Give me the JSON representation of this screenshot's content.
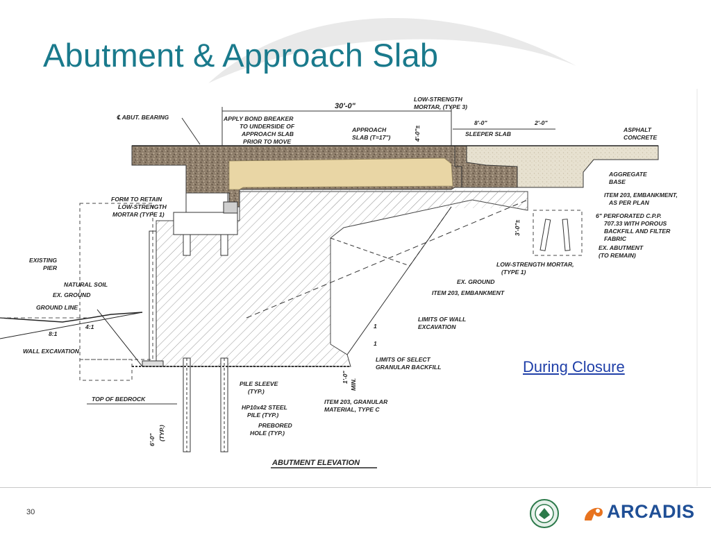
{
  "title": "Abutment & Approach Slab",
  "drawing": {
    "title": "ABUTMENT ELEVATION",
    "labels": {
      "abut_bearing": "℄ ABUT. BEARING",
      "bond_breaker_1": "APPLY BOND BREAKER",
      "bond_breaker_2": "TO UNDERSIDE OF",
      "bond_breaker_3": "APPROACH SLAB",
      "bond_breaker_4": "PRIOR TO MOVE",
      "dim_30": "30'-0\"",
      "low_strength_top_1": "LOW-STRENGTH",
      "low_strength_top_2": "MORTAR, (TYPE 3)",
      "approach_slab_1": "APPROACH",
      "approach_slab_2": "SLAB (T=17\")",
      "dim_4": "4'-0\"±",
      "dim_8": "8'-0\"",
      "sleeper_slab": "SLEEPER SLAB",
      "dim_2": "2'-0\"",
      "asphalt_1": "ASPHALT",
      "asphalt_2": "CONCRETE",
      "aggregate_1": "AGGREGATE",
      "aggregate_2": "BASE",
      "item203_emb_1": "ITEM 203, EMBANKMENT,",
      "item203_emb_2": "AS PER PLAN",
      "perforated_1": "6\" PERFORATED C.P.P.",
      "perforated_2": "707.33 WITH POROUS",
      "perforated_3": "BACKFILL AND FILTER",
      "perforated_4": "FABRIC",
      "ex_abutment_1": "EX. ABUTMENT",
      "ex_abutment_2": "(TO REMAIN)",
      "dim_3": "3'-0\"±",
      "form_retain_1": "FORM TO RETAIN",
      "form_retain_2": "LOW-STRENGTH",
      "form_retain_3": "MORTAR (TYPE 1)",
      "existing_pier_1": "EXISTING",
      "existing_pier_2": "PIER",
      "natural_soil": "NATURAL SOIL",
      "ex_ground_left": "EX. GROUND",
      "ground_line": "GROUND LINE",
      "wall_excavation": "WALL EXCAVATION",
      "slope_8": "8:1",
      "slope_4": "4:1",
      "low_strength_mid_1": "LOW-STRENGTH MORTAR,",
      "low_strength_mid_2": "(TYPE 1)",
      "ex_ground_right": "EX. GROUND",
      "item203_embankment": "ITEM 203, EMBANKMENT",
      "limits_wall_1": "LIMITS OF WALL",
      "limits_wall_2": "EXCAVATION",
      "limits_select_1": "LIMITS OF SELECT",
      "limits_select_2": "GRANULAR BACKFILL",
      "dim_1": "1'-0\"",
      "min": "MIN.",
      "pile_sleeve_1": "PILE SLEEVE",
      "pile_sleeve_2": "(TYP.)",
      "top_bedrock": "TOP OF BEDROCK",
      "hp_pile_1": "HP10x42 STEEL",
      "hp_pile_2": "PILE (TYP.)",
      "item203_gran_1": "ITEM 203, GRANULAR",
      "item203_gran_2": "MATERIAL, TYPE C",
      "prebored_1": "PREBORED",
      "prebored_2": "HOLE (TYP.)",
      "dim_6": "6'-0\"",
      "typ": "(TYP.)",
      "ratio_1": "1",
      "ratio_1b": "1"
    }
  },
  "closure_link": "During Closure",
  "page_number": "30",
  "logo": {
    "name": "ARCADIS",
    "brand_color": "#1f4f96",
    "accent_color": "#e8731f"
  },
  "colors": {
    "title": "#1a7a8c",
    "link": "#1f3fa8"
  }
}
